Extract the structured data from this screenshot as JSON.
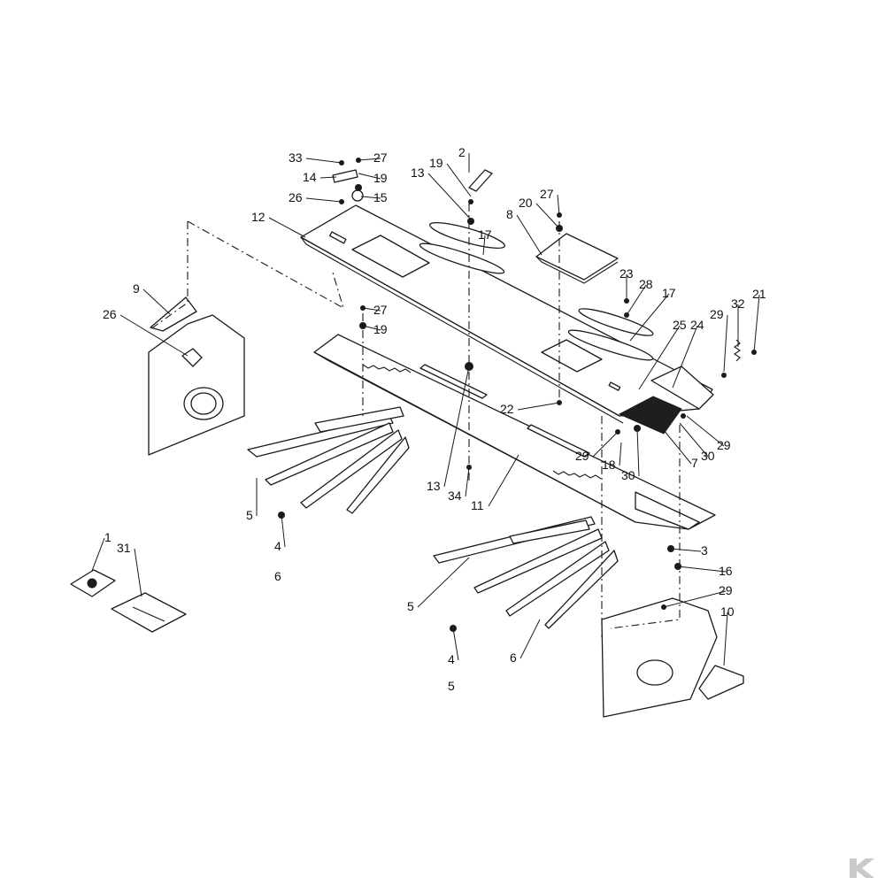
{
  "colors": {
    "line": "#1a1a1a",
    "background": "#ffffff",
    "watermark": "#c9c9c9"
  },
  "icons": {
    "watermark": "k-logo-icon"
  },
  "callouts": [
    "33",
    "27",
    "14",
    "19",
    "26",
    "15",
    "12",
    "2",
    "19",
    "13",
    "20",
    "27",
    "8",
    "17",
    "23",
    "28",
    "17",
    "21",
    "32",
    "29",
    "24",
    "25",
    "9",
    "26",
    "27",
    "19",
    "22",
    "29",
    "30",
    "7",
    "29",
    "18",
    "30",
    "13",
    "34",
    "11",
    "5",
    "4",
    "6",
    "1",
    "31",
    "3",
    "16",
    "29",
    "10",
    "5",
    "6",
    "4",
    "5"
  ]
}
